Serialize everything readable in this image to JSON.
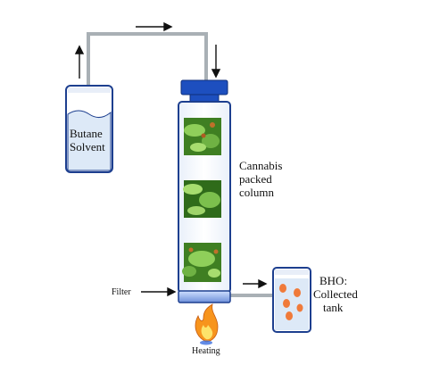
{
  "labels": {
    "butane_line1": "Butane",
    "butane_line2": "Solvent",
    "column_line1": "Cannabis",
    "column_line2": "packed",
    "column_line3": "column",
    "filter": "Filter",
    "heating": "Heating",
    "bho_line1": "BHO:",
    "bho_line2": "Collected",
    "bho_line3": "tank"
  },
  "colors": {
    "pipe": "#a9b0b5",
    "vessel_outline": "#1d3f8f",
    "cap": "#1d4fbf",
    "liquid": "#dde9f7",
    "droplet": "#f07a3a",
    "plant_dark": "#2f6b1a",
    "plant_light": "#8fcf5a",
    "flame_outer": "#f7941d",
    "flame_inner": "#fde36b"
  },
  "icons": [
    "arrow-icon",
    "flame-icon",
    "plant-icon",
    "droplet-icon"
  ]
}
